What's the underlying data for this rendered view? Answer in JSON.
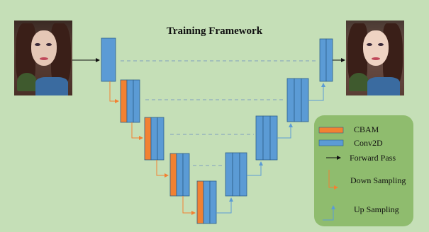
{
  "title": "Training Framework",
  "legend": {
    "cbam": "CBAM",
    "conv2d": "Conv2D",
    "forward": "Forward Pass",
    "down": "Down Sampling",
    "up": "Up Sampling"
  },
  "colors": {
    "background": "#c5dfb7",
    "cbam": "#f28132",
    "conv2d": "#5b9bd5",
    "arrow_down": "#f28132",
    "arrow_up": "#5b9bd5",
    "skip": "#7f9fbf",
    "legend_bg": "#8fbc6e"
  },
  "images": {
    "input": "input-face-image",
    "output": "output-face-image"
  }
}
